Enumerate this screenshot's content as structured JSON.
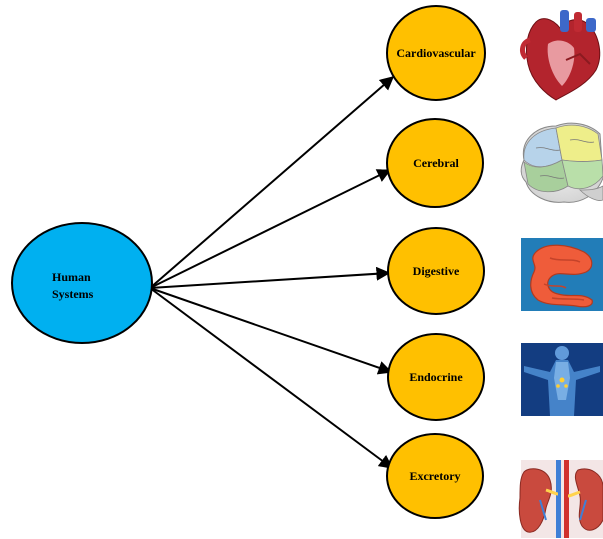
{
  "hub": {
    "label_lines": [
      "Human",
      "Systems"
    ],
    "color": "#00B0F0",
    "stroke": "#000000"
  },
  "systems": [
    {
      "label": "Cardiovascular",
      "icon": "heart-icon"
    },
    {
      "label": "Cerebral",
      "icon": "brain-icon"
    },
    {
      "label": "Digestive",
      "icon": "intestine-icon"
    },
    {
      "label": "Endocrine",
      "icon": "human-body-icon"
    },
    {
      "label": "Excretory",
      "icon": "kidney-icon"
    }
  ],
  "colors": {
    "node_fill": "#FFC000",
    "node_stroke": "#000000",
    "arrow": "#000000"
  }
}
